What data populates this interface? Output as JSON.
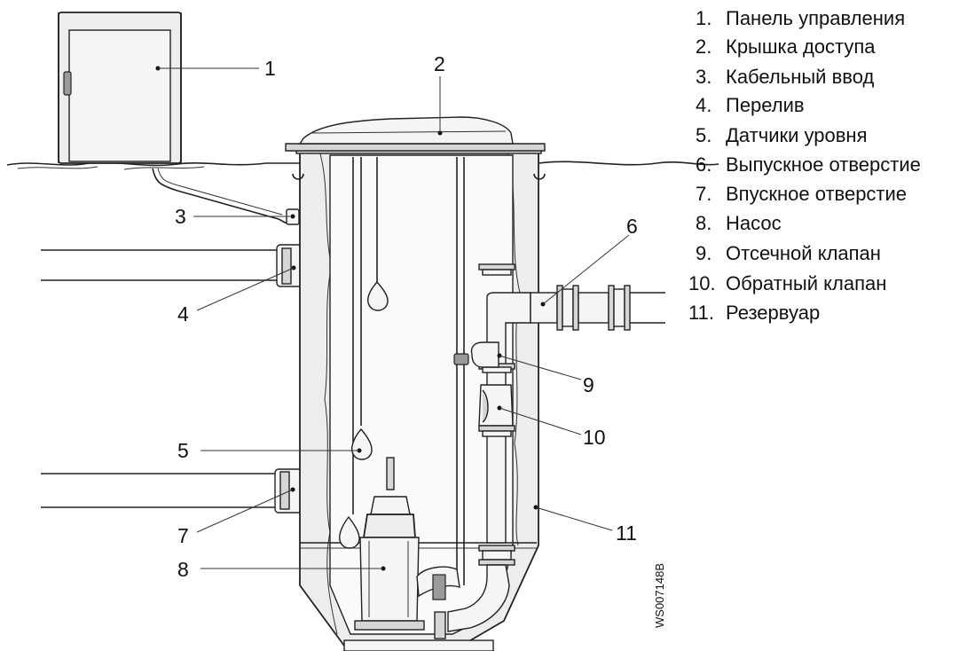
{
  "callouts": [
    "1",
    "2",
    "3",
    "4",
    "5",
    "6",
    "7",
    "8",
    "9",
    "10",
    "11"
  ],
  "legend": [
    {
      "num": "1.",
      "label": "Панель управления"
    },
    {
      "num": "2.",
      "label": "Крышка доступа"
    },
    {
      "num": "3.",
      "label": "Кабельный ввод"
    },
    {
      "num": "4.",
      "label": "Перелив"
    },
    {
      "num": "5.",
      "label": "Датчики уровня"
    },
    {
      "num": "6.",
      "label": "Выпускное отверстие"
    },
    {
      "num": "7.",
      "label": "Впускное отверстие"
    },
    {
      "num": "8.",
      "label": "Насос"
    },
    {
      "num": "9.",
      "label": "Отсечной клапан"
    },
    {
      "num": "10.",
      "label": "Обратный клапан"
    },
    {
      "num": "11.",
      "label": "Резервуар"
    }
  ],
  "figure_code": "WS007148B"
}
